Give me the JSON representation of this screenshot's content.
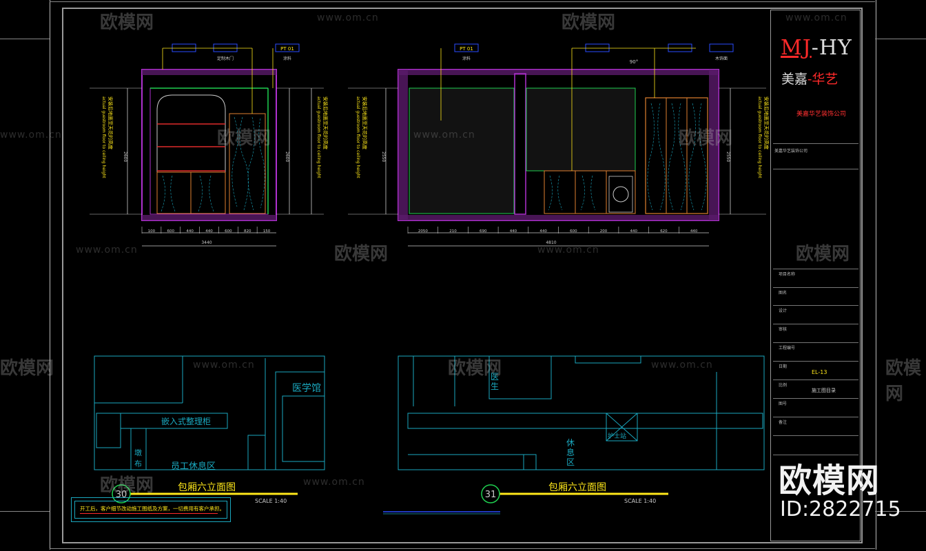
{
  "brand": {
    "logo_text": "MJ-HY",
    "logo_mj": "MJ",
    "logo_hy": "-HY",
    "cn_name_a": "美嘉",
    "cn_name_b": "-华艺",
    "company": "美嘉华艺装饰公司"
  },
  "watermark": {
    "site": "www.om.cn",
    "logo": "欧模网",
    "big_logo": "欧模网",
    "id_text": "ID:2822715"
  },
  "drawings": [
    {
      "number": "30",
      "title": "包厢六立面图",
      "scale": "SCALE 1:40",
      "dim_total": "3440",
      "dims": [
        "100",
        "600",
        "440",
        "440",
        "600",
        "820",
        "150"
      ],
      "tags": [
        "PT 01",
        "涂料",
        "定制木门"
      ],
      "heights": [
        "2600",
        "2600"
      ],
      "vertical_note_1": "安装后地面至天花的高度",
      "vertical_note_2": "actual guestroom floor to ceiling height"
    },
    {
      "number": "31",
      "title": "包厢六立面图",
      "scale": "SCALE 1:40",
      "dim_total": "4810",
      "dims": [
        "2050",
        "210",
        "690",
        "440",
        "440",
        "600",
        "200",
        "440",
        "620",
        "440"
      ],
      "tags": [
        "PT 01",
        "涂料",
        "木饰面"
      ],
      "heights": [
        "2550",
        "2550"
      ],
      "angle": "90°",
      "vertical_note_1": "安装后地面至天花的高度",
      "vertical_note_2": "actual guestroom floor to ceiling height"
    }
  ],
  "plan_labels": {
    "room_1": "医学馆",
    "cabinet": "嵌入式整理柜",
    "staff_rest": "员工休息区",
    "cloth": "墩布",
    "rest_area": "休息区",
    "doctor": "医生",
    "nurse": "护士站"
  },
  "note_box": {
    "text": "开工后，客户细节改动施工图纸及方案，一切费用有客户承担。"
  },
  "title_block": {
    "project_label": "美嘉华艺装饰公司",
    "drawing_no": "EL-13",
    "sheet_title": "施工图目录",
    "rows": [
      "项目名称",
      "图名",
      "设计",
      "审核",
      "工程编号",
      "日期",
      "比例",
      "图号",
      "备注"
    ]
  },
  "colors": {
    "magenta": "#b030d0",
    "green": "#1fd050",
    "cyan": "#1aa9c0",
    "yellow": "#ffe81a",
    "red": "#ff2a2a",
    "blue": "#2a4cff",
    "orange": "#e08030"
  }
}
